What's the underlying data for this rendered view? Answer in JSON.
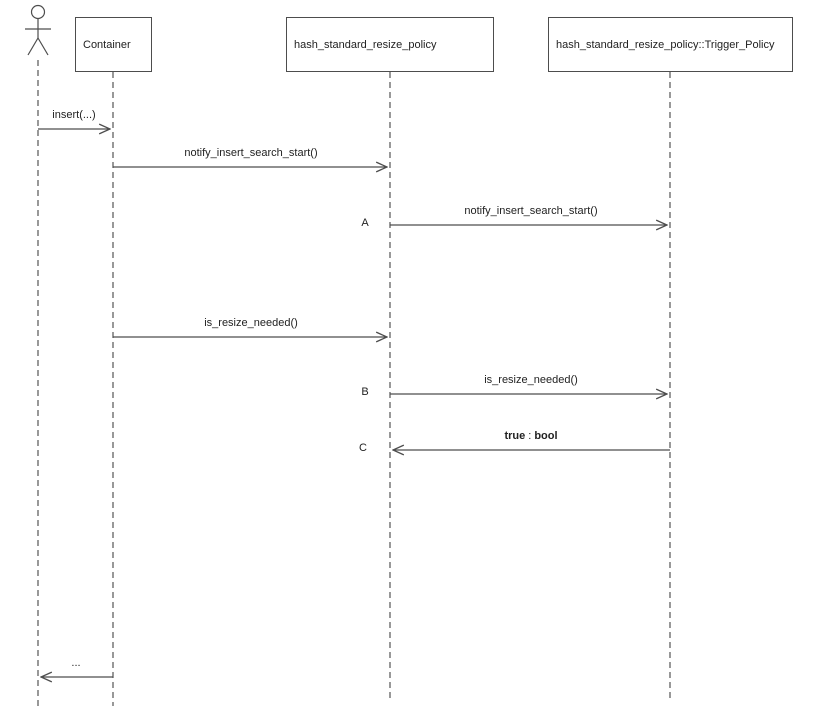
{
  "diagram_type": "uml-sequence",
  "participants": [
    {
      "label": "Container"
    },
    {
      "label": "hash_standard_resize_policy"
    },
    {
      "label": "hash_standard_resize_policy::Trigger_Policy"
    }
  ],
  "messages": [
    {
      "label": "insert(...)",
      "from": "user",
      "to": "Container",
      "direction": "right"
    },
    {
      "label": "notify_insert_search_start()",
      "from": "Container",
      "to": "hash_standard_resize_policy",
      "direction": "right"
    },
    {
      "marker": "A",
      "label": "notify_insert_search_start()",
      "from": "hash_standard_resize_policy",
      "to": "hash_standard_resize_policy::Trigger_Policy",
      "direction": "right"
    },
    {
      "label": "is_resize_needed()",
      "from": "Container",
      "to": "hash_standard_resize_policy",
      "direction": "right"
    },
    {
      "marker": "B",
      "label": "is_resize_needed()",
      "from": "hash_standard_resize_policy",
      "to": "hash_standard_resize_policy::Trigger_Policy",
      "direction": "right"
    },
    {
      "marker": "C",
      "value": "true",
      "separator": ":",
      "type": "bool",
      "from": "hash_standard_resize_policy::Trigger_Policy",
      "to": "hash_standard_resize_policy",
      "direction": "left"
    },
    {
      "label": "...",
      "from": "Container",
      "to": "user",
      "direction": "left"
    }
  ],
  "colors": {
    "line": "#4d4d4d",
    "box_border": "#4d4d4d",
    "text": "#222222",
    "background": "#ffffff"
  }
}
